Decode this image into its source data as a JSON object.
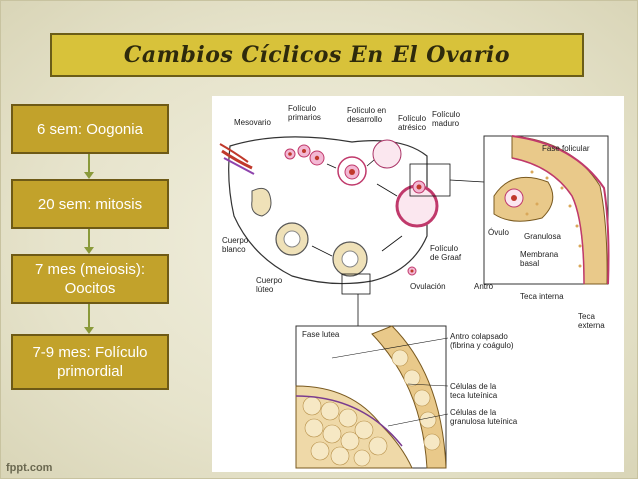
{
  "title": "Cambios Cíclicos En El Ovario",
  "steps": [
    {
      "label": "6 sem: Oogonia"
    },
    {
      "label": "20 sem: mitosis"
    },
    {
      "label": "7 mes (meiosis): Oocitos"
    },
    {
      "label": "7-9 mes: Folículo primordial"
    }
  ],
  "diagram_labels": {
    "mesovario": "Mesovario",
    "foliculos_primarios": "Folículo\nprimarios",
    "foliculo_desarrollo": "Folículo en\ndesarrollo",
    "foliculo_atresico": "Folículo\natrésico",
    "foliculo_maduro": "Folículo\nmaduro",
    "fase_folicular": "Fase folicular",
    "cuerpo_blanco": "Cuerpo\nblanco",
    "cuerpo_luteo": "Cuerpo\nlúteo",
    "foliculo_graaf": "Folículo\nde Graaf",
    "ovulo": "Óvulo",
    "granulosa": "Granulosa",
    "membrana_basal": "Membrana\nbasal",
    "ovulacion": "Ovulación",
    "antro": "Antro",
    "teca_interna": "Teca interna",
    "teca_externa": "Teca\nexterna",
    "fase_lutea": "Fase lutea",
    "antro_colapsado": "Antro colapsado\n(fibrina y coágulo)",
    "celulas_teca": "Células de la\nteca luteínica",
    "celulas_granulosa": "Células de la\ngranulosa luteínica"
  },
  "footer": "fppt.com",
  "colors": {
    "title_bg": "#d8c23a",
    "step_bg": "#c2a22b",
    "connector": "#8a9a3a",
    "follicle_pink": "#f3b8d4",
    "tissue_tan": "#e9c98a"
  }
}
